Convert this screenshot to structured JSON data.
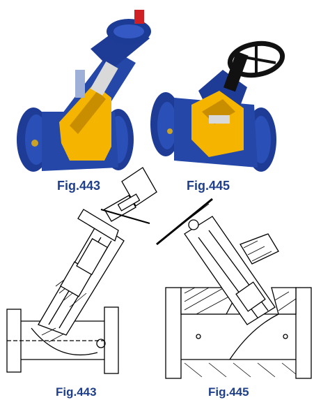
{
  "captions": {
    "top_left": "Fig.443",
    "top_right": "Fig.445",
    "bottom_left": "Fig.443",
    "bottom_right": "Fig.445"
  },
  "colors": {
    "body_blue": "#1f3f9a",
    "insert_yellow": "#f4b400",
    "handwheel_red": "#d0202a",
    "handwheel_black": "#111111",
    "caption_blue": "#1f3f8a"
  },
  "icons": {
    "valve_443_render": "angled-seat-valve-cutaway",
    "valve_445_render": "angled-seat-valve-cutaway",
    "valve_443_drawing": "angled-seat-valve-section-drawing",
    "valve_445_drawing": "angled-seat-valve-section-drawing"
  }
}
